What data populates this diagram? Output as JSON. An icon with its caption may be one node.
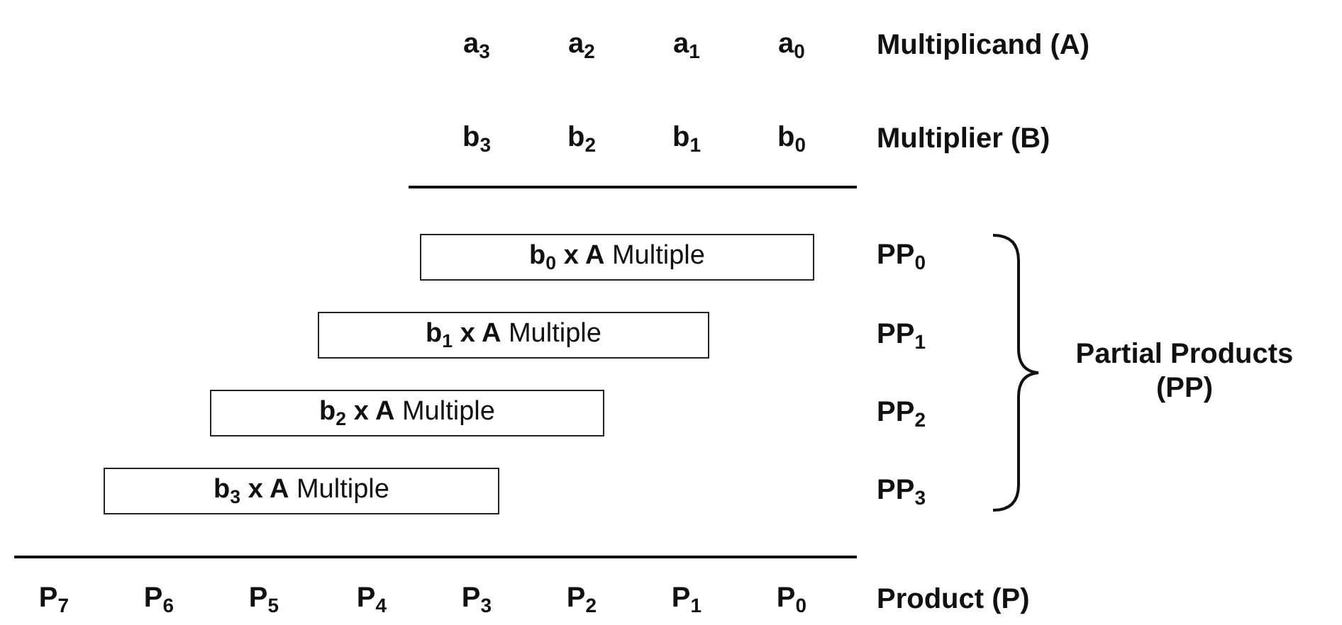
{
  "diagram": {
    "nodes": [
      {
        "text": [
          "**b$_{0}$ x A** Multiple"
        ]
      },
      {
        "text": [
          "**b$_{1}$ x A** Multiple"
        ]
      },
      {
        "text": [
          "**b$_{2}$ x A** Multiple"
        ]
      },
      {
        "text": [
          "**b$_{3}$ x A** Multiple"
        ]
      }
    ],
    "labels": [
      "a$_{3}$",
      "a$_{2}$",
      "a$_{1}$",
      "a$_{0}$",
      "Multiplicand (A)",
      "b$_{3}$",
      "b$_{2}$",
      "b$_{1}$",
      "b$_{0}$",
      "Multiplier (B)",
      "PP$_{0}$",
      "PP$_{1}$",
      "Partial Products (PP)",
      "PP$_{2}$",
      "PP$_{3}$",
      "P$_{7}$",
      "P$_{6}$",
      "P$_{5}$",
      "P$_{4}$",
      "P$_{3}$",
      "P$_{2}$",
      "P$_{1}$",
      "P$_{0}$",
      "Product (P)"
    ]
  }
}
